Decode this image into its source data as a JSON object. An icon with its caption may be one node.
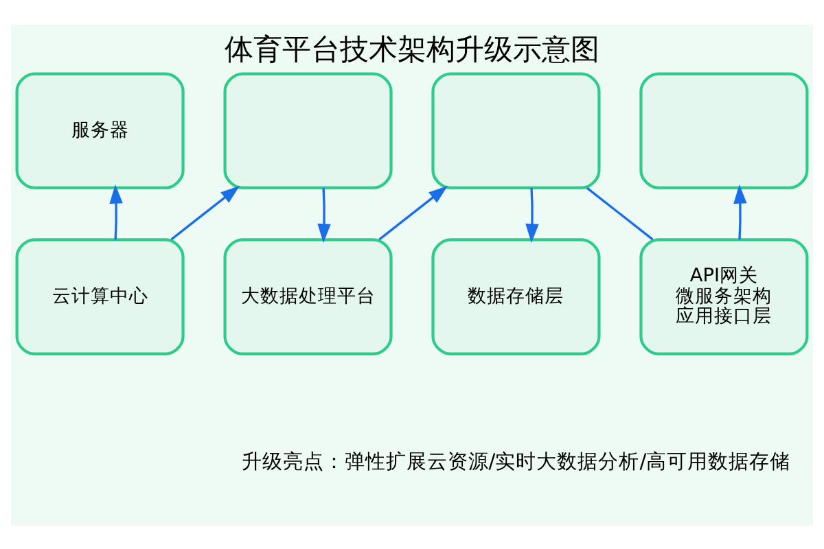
{
  "diagram": {
    "title": "体育平台技术架构升级示意图",
    "nodes": [
      {
        "text": [
          "服务器"
        ]
      },
      {
        "text": [],
        "shape": "box"
      },
      {
        "text": [],
        "shape": "box"
      },
      {
        "text": [],
        "shape": "box"
      },
      {
        "text": [
          "云计算中心"
        ]
      },
      {
        "text": [
          "大数据处理平台"
        ]
      },
      {
        "text": [
          "数据存储层"
        ]
      },
      {
        "text": [
          "API网关",
          "微服务架构",
          "应用接口层"
        ]
      }
    ],
    "edges": [
      {
        "from": 4,
        "to": 0,
        "arrow": "to"
      },
      {
        "from": 4,
        "to": 1,
        "arrow": "to"
      },
      {
        "from": 1,
        "to": 5,
        "arrow": "to"
      },
      {
        "from": 5,
        "to": 2,
        "arrow": "to"
      },
      {
        "from": 2,
        "to": 6,
        "arrow": "to"
      },
      {
        "from": 2,
        "to": 7,
        "arrow": "none"
      },
      {
        "from": 7,
        "to": 3,
        "arrow": "to"
      }
    ],
    "labels": [
      "升级亮点：弹性扩展云资源/实时大数据分析/高可用数据存储"
    ]
  }
}
